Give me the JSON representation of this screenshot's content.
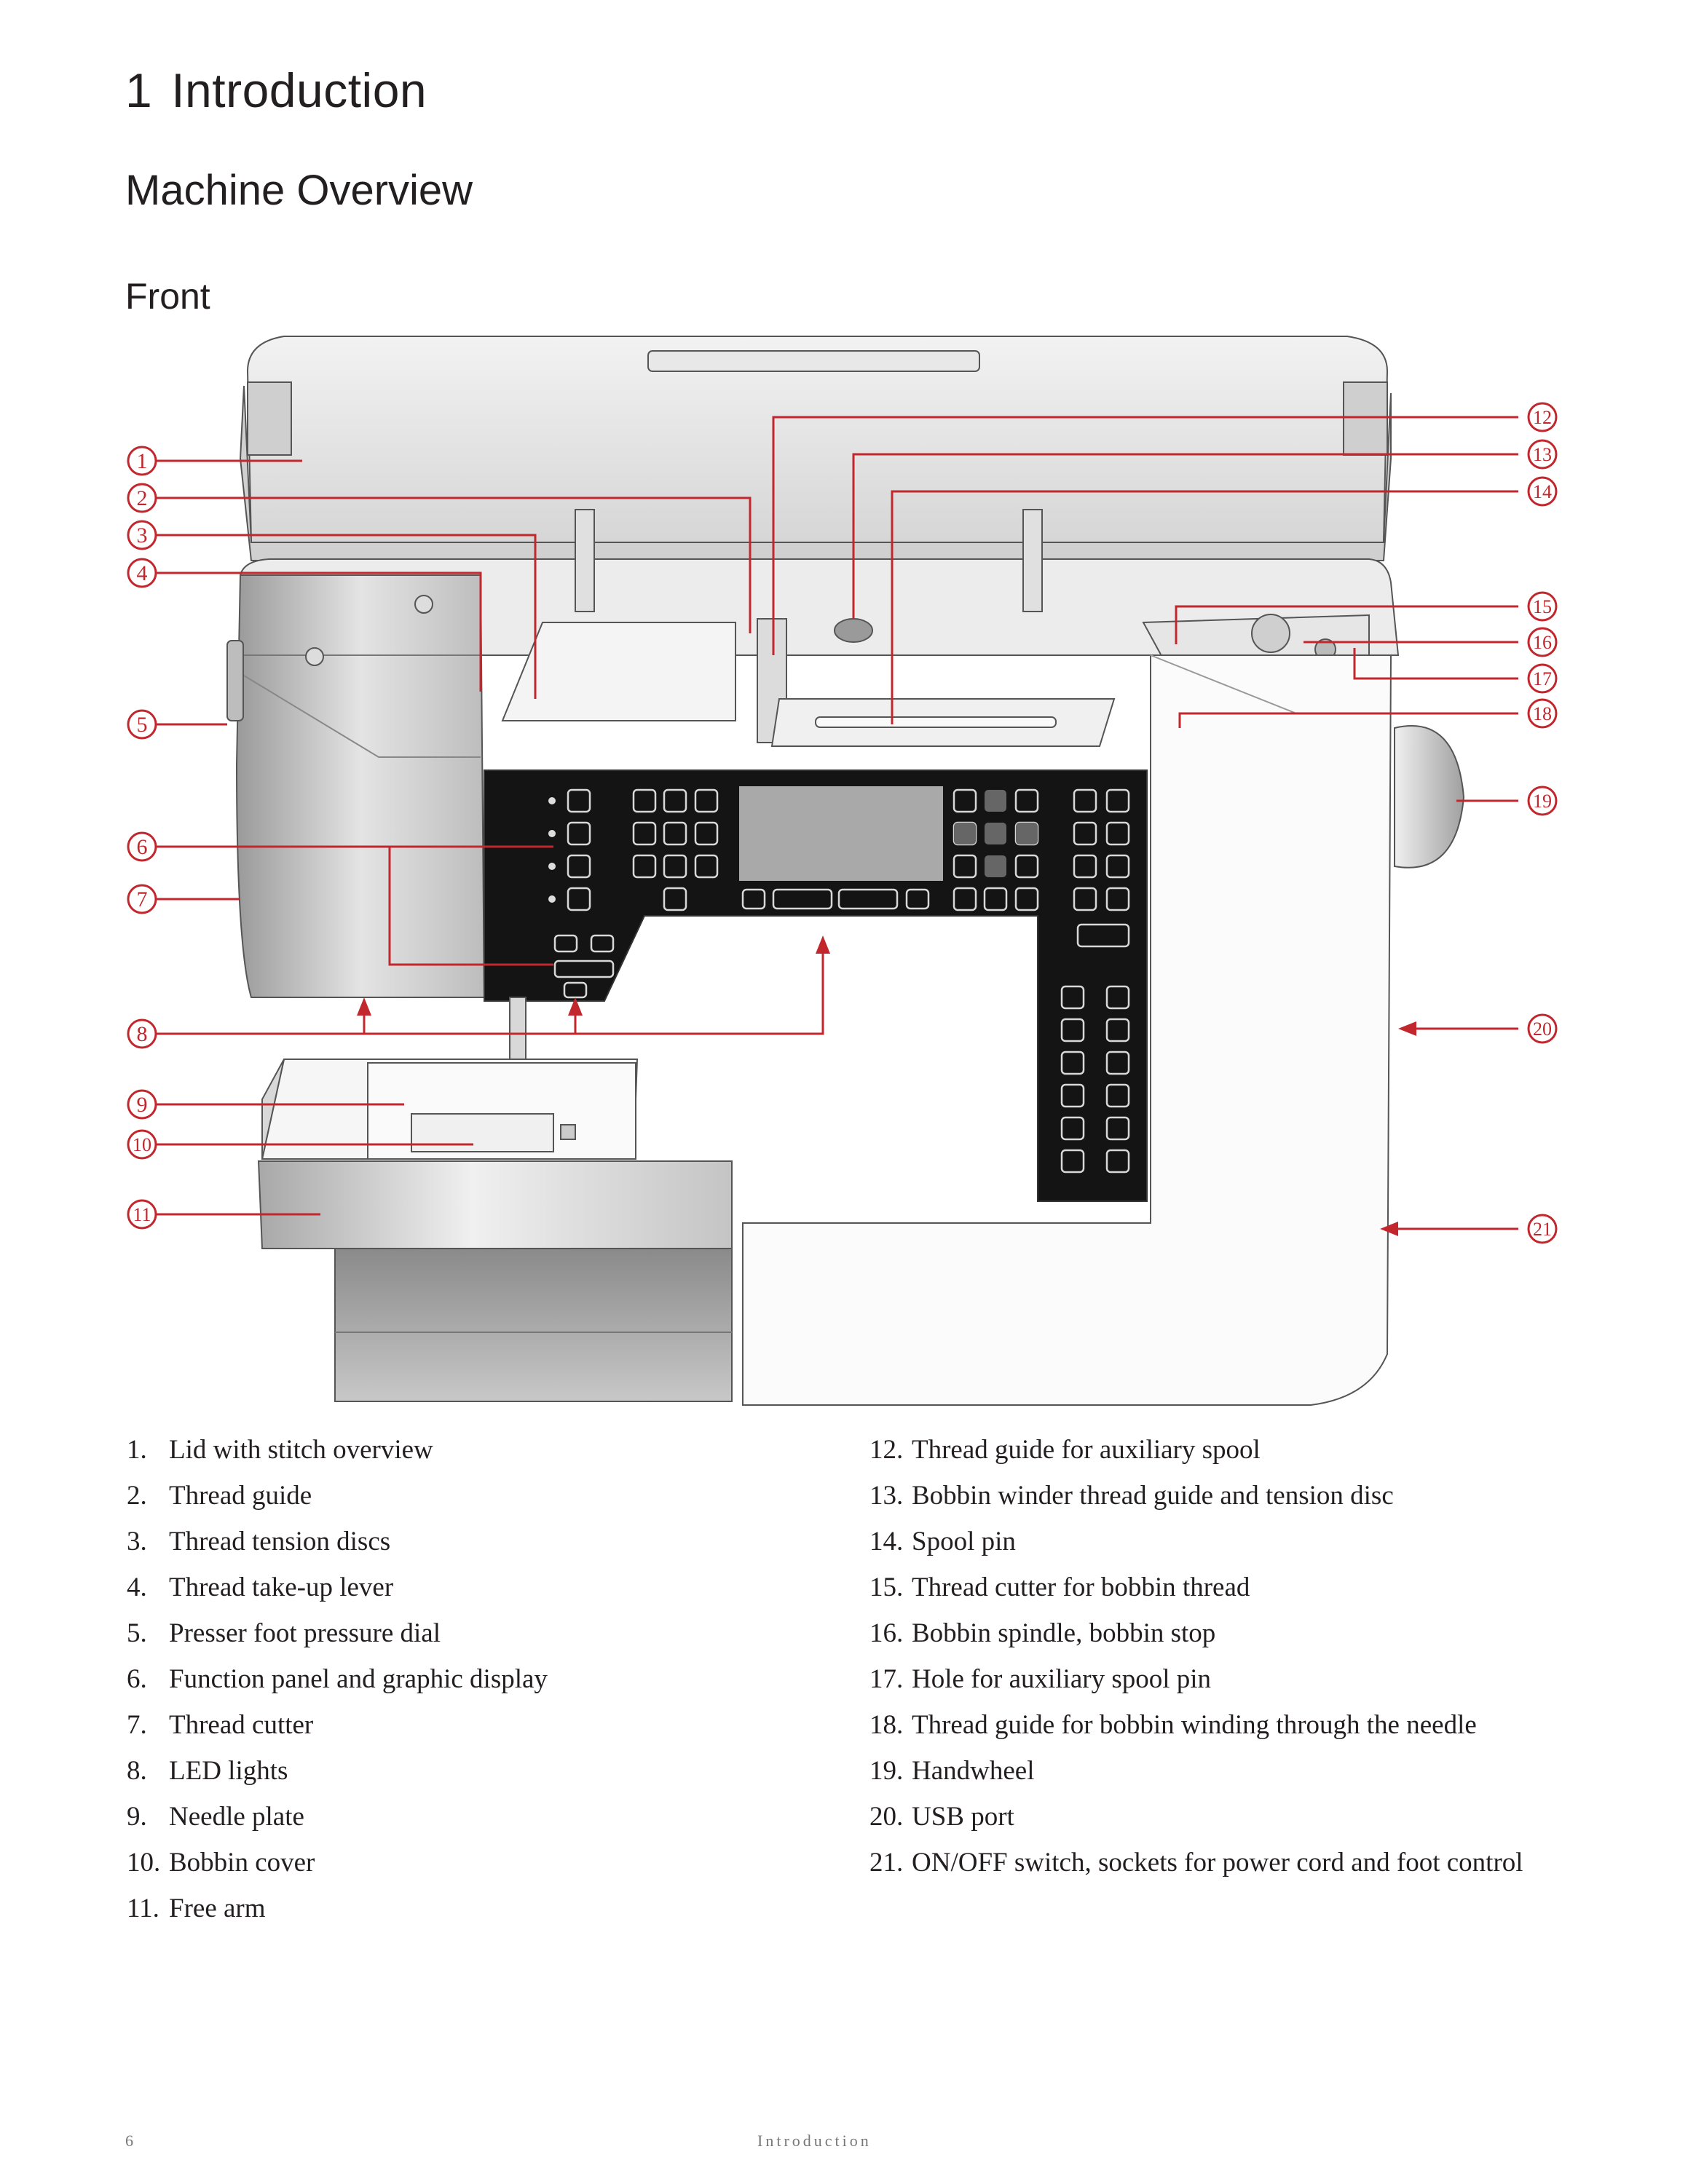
{
  "chapter": {
    "number": "1",
    "title": "Introduction"
  },
  "section_title": "Machine Overview",
  "subsection_title": "Front",
  "callouts": [
    "1",
    "2",
    "3",
    "4",
    "5",
    "6",
    "7",
    "8",
    "9",
    "10",
    "11",
    "12",
    "13",
    "14",
    "15",
    "16",
    "17",
    "18",
    "19",
    "20",
    "21"
  ],
  "parts_left": [
    {
      "num": "1.",
      "text": "Lid with stitch overview"
    },
    {
      "num": "2.",
      "text": "Thread guide"
    },
    {
      "num": "3.",
      "text": "Thread tension discs"
    },
    {
      "num": "4.",
      "text": "Thread take-up lever"
    },
    {
      "num": "5.",
      "text": "Presser foot pressure dial"
    },
    {
      "num": "6.",
      "text": "Function panel and graphic display"
    },
    {
      "num": "7.",
      "text": "Thread cutter"
    },
    {
      "num": "8.",
      "text": "LED lights"
    },
    {
      "num": "9.",
      "text": "Needle plate"
    },
    {
      "num": "10.",
      "text": "Bobbin cover"
    },
    {
      "num": "11.",
      "text": "Free arm"
    }
  ],
  "parts_right": [
    {
      "num": "12.",
      "text": "Thread guide for auxiliary spool"
    },
    {
      "num": "13.",
      "text": "Bobbin winder thread guide and tension disc"
    },
    {
      "num": "14.",
      "text": "Spool pin"
    },
    {
      "num": "15.",
      "text": "Thread cutter for bobbin thread"
    },
    {
      "num": "16.",
      "text": "Bobbin spindle, bobbin stop"
    },
    {
      "num": "17.",
      "text": "Hole for auxiliary spool pin"
    },
    {
      "num": "18.",
      "text": "Thread guide for bobbin winding through the needle"
    },
    {
      "num": "19.",
      "text": "Handwheel"
    },
    {
      "num": "20.",
      "text": "USB port"
    },
    {
      "num": "21.",
      "text": "ON/OFF switch, sockets for power cord and foot control"
    }
  ],
  "footer": {
    "page_number": "6",
    "chapter_name": "Introduction"
  },
  "colors": {
    "callout": "#c1272d",
    "text": "#231f20",
    "panel": "#1a1a1a",
    "display": "#a9a9a9"
  }
}
